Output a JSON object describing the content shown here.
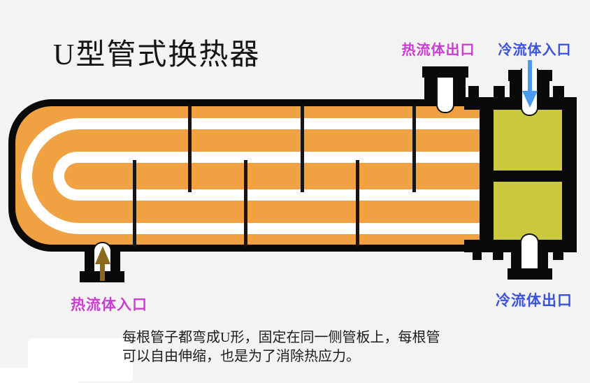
{
  "title": "U型管式换热器",
  "labels": {
    "hot_outlet": "热流体出口",
    "cold_inlet": "冷流体入口",
    "hot_inlet": "热流体入口",
    "cold_outlet": "冷流体出口"
  },
  "caption": {
    "line1": "每根管子都弯成U形，固定在同一侧管板上，每根管",
    "line2": "可以自由伸缩，也是为了消除热应力。"
  },
  "colors": {
    "background": "#f3f3f2",
    "shell_fill": "#f0a142",
    "chamber_fill": "#cbc940",
    "outline": "#0a0a0a",
    "tube_white": "#ffffff",
    "hot_label": "#c93ed1",
    "cold_label": "#3a52dc",
    "hot_arrow": "#8b6b1b",
    "cold_arrow": "#4a9af0"
  }
}
